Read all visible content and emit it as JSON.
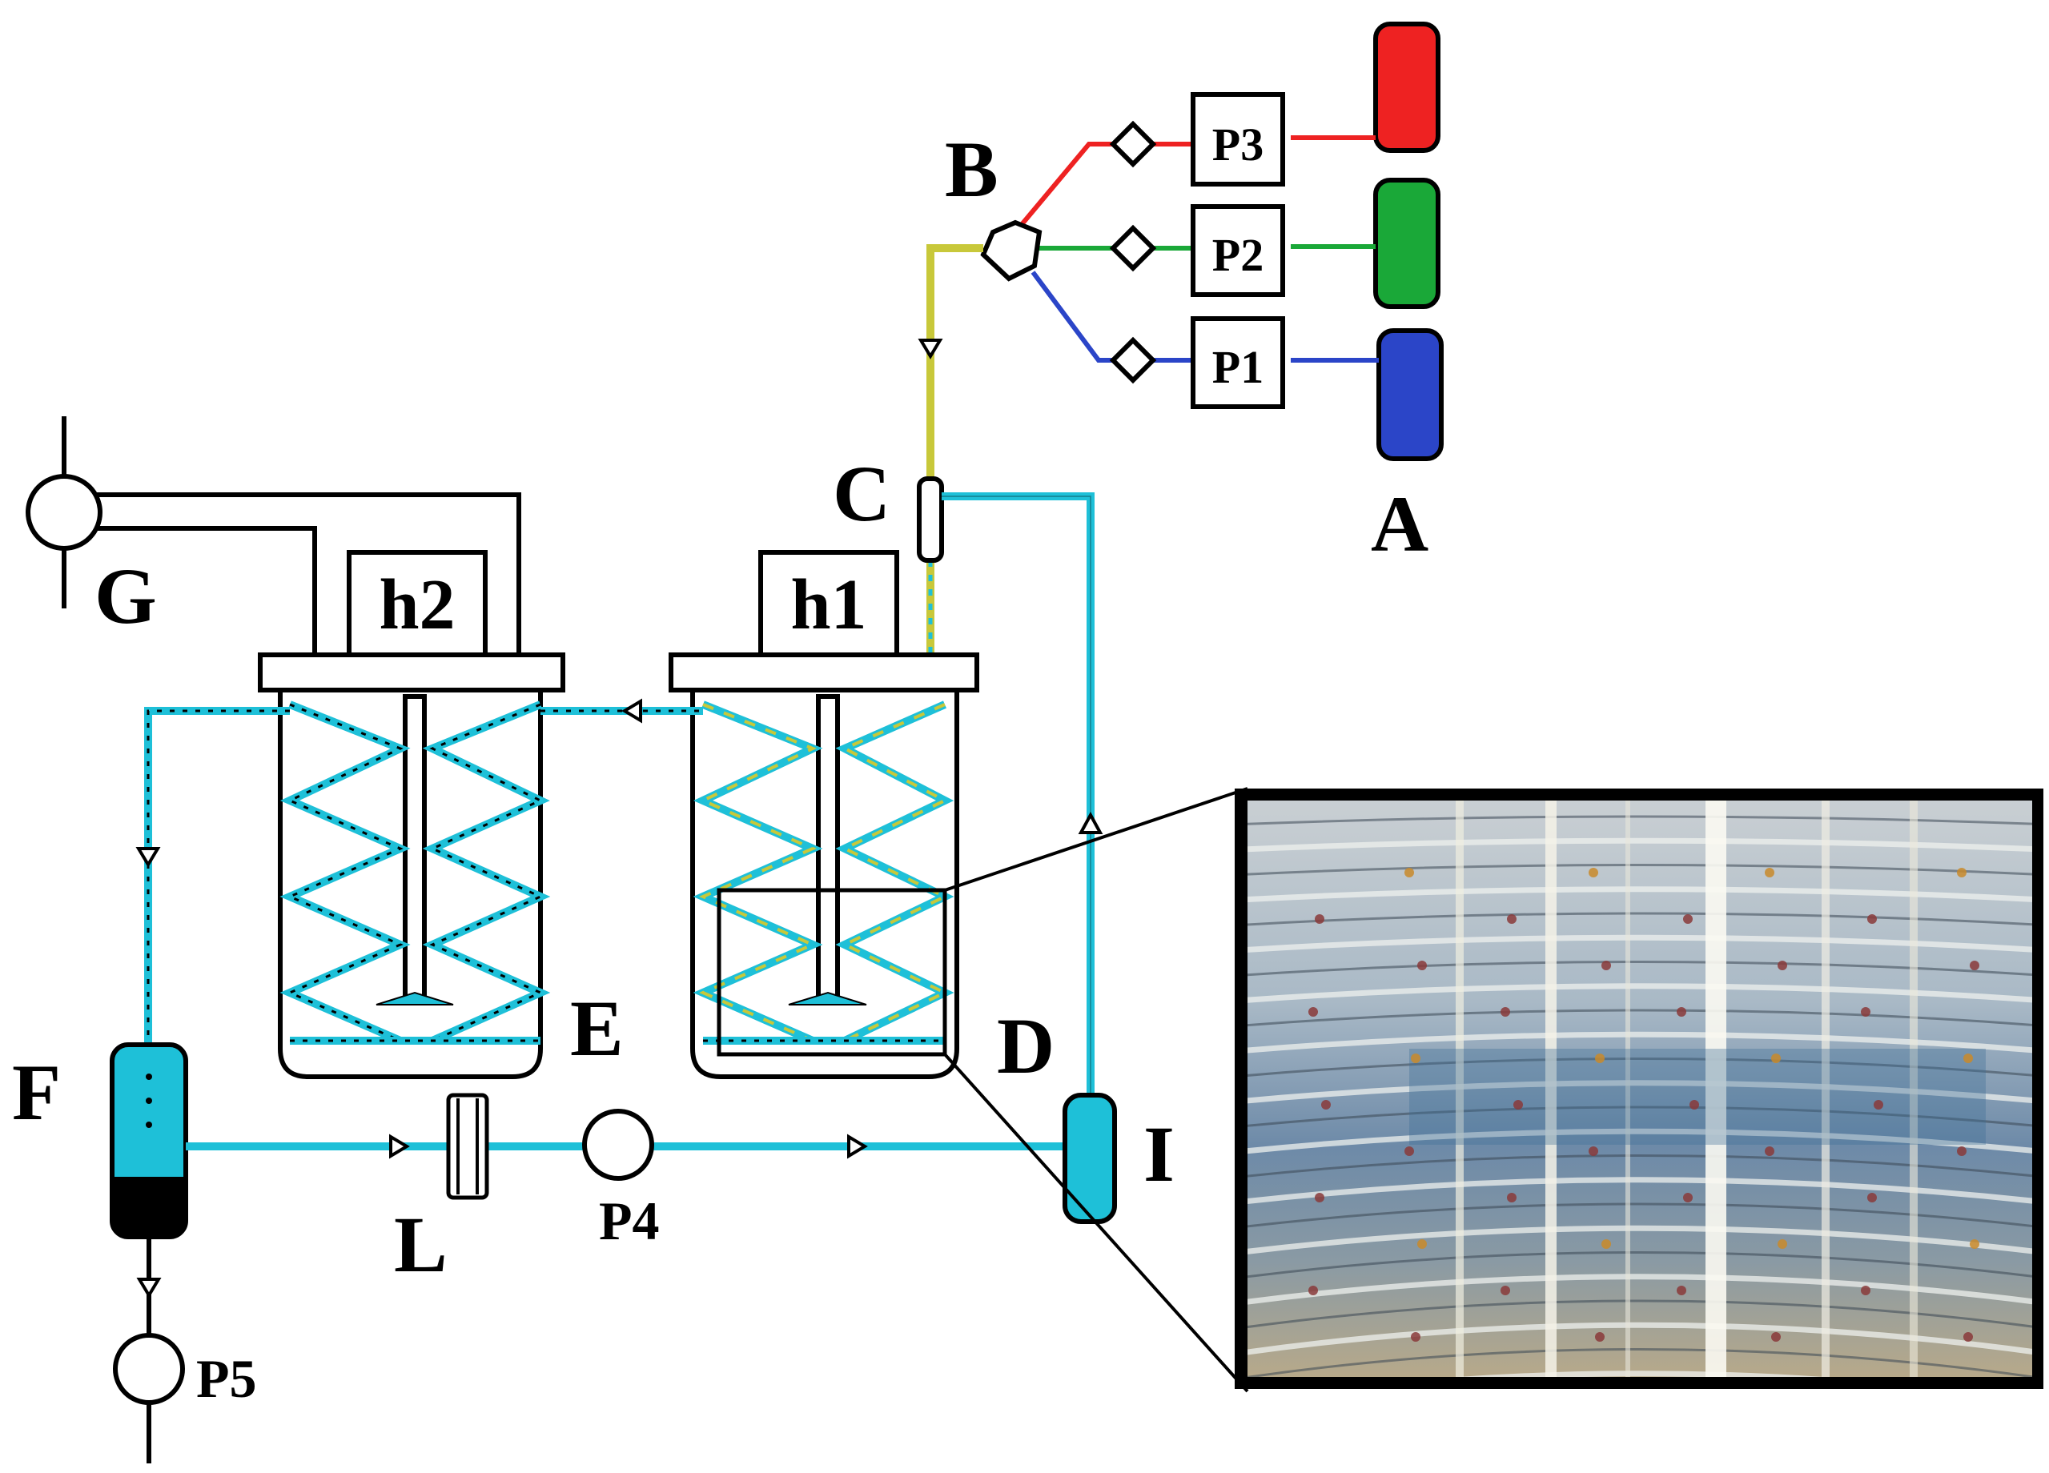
{
  "labels": {
    "A": "A",
    "B": "B",
    "C": "C",
    "D": "D",
    "E": "E",
    "F": "F",
    "G": "G",
    "I": "I",
    "L": "L",
    "P1": "P1",
    "P2": "P2",
    "P3": "P3",
    "P4": "P4",
    "P5": "P5",
    "h1": "h1",
    "h2": "h2"
  },
  "colors": {
    "feed_red": "#ee2222",
    "feed_green": "#1aa838",
    "feed_blue": "#2b45c8",
    "mixed_feed": "#c8c83a",
    "coolant_loop": "#1ec0d8",
    "outline": "#000000"
  }
}
